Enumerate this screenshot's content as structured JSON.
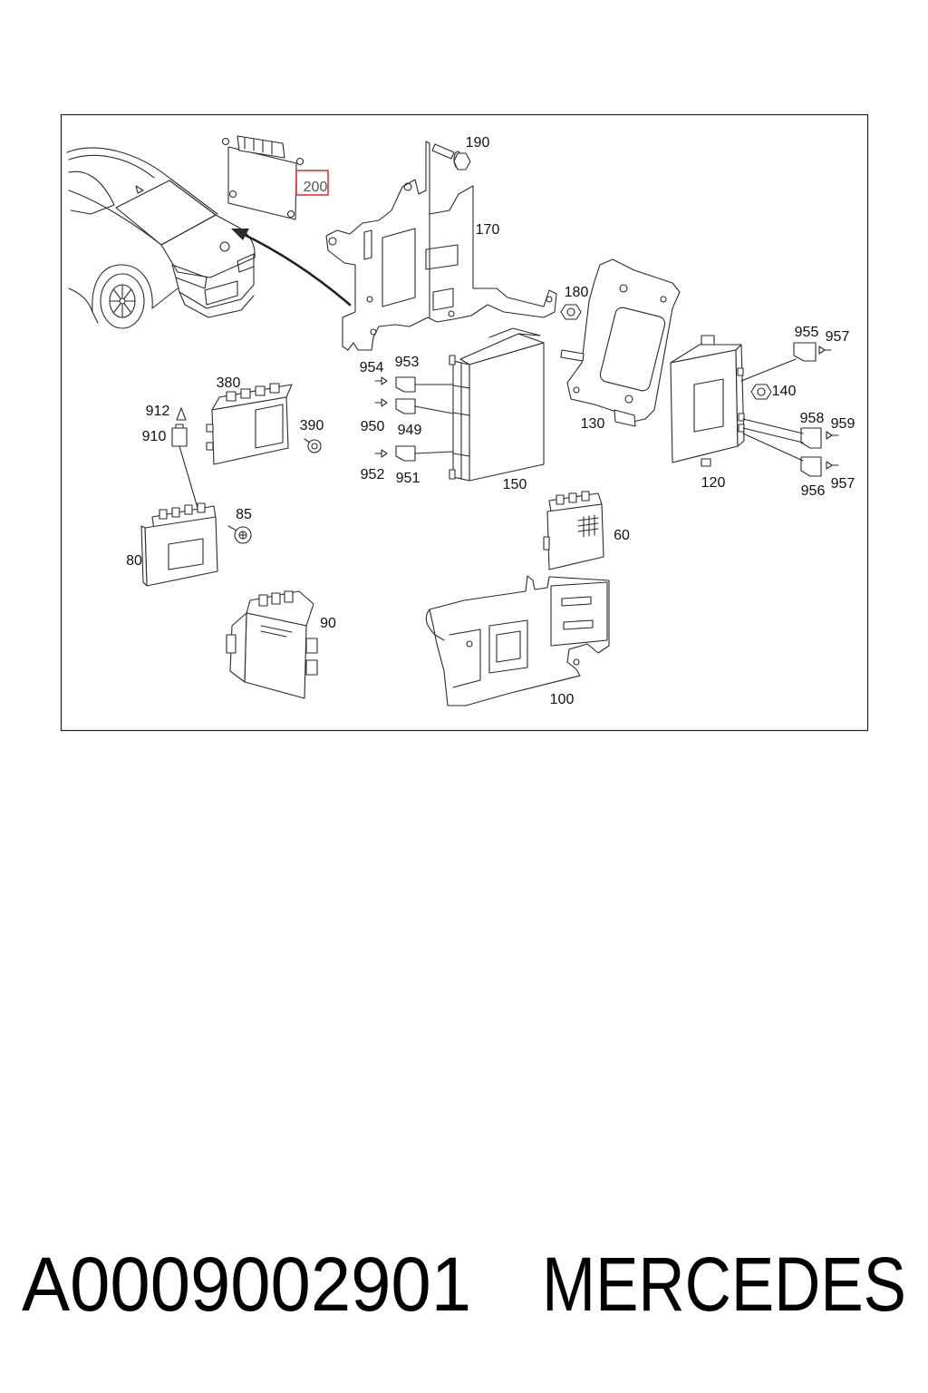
{
  "diagram": {
    "callouts": {
      "p190": "190",
      "p200": "200",
      "p170": "170",
      "p180": "180",
      "p955": "955",
      "p957_top": "957",
      "p954": "954",
      "p953": "953",
      "p380": "380",
      "p140": "140",
      "p912": "912",
      "p958": "958",
      "p959": "959",
      "p130": "130",
      "p390": "390",
      "p950": "950",
      "p949": "949",
      "p910": "910",
      "p952": "952",
      "p951": "951",
      "p150": "150",
      "p120": "120",
      "p956": "956",
      "p957_bottom": "957",
      "p85": "85",
      "p60": "60",
      "p80": "80",
      "p90": "90",
      "p100": "100"
    },
    "highlight_color": "#e53935"
  },
  "footer": {
    "part_number": "A0009002901",
    "brand": "MERCEDES"
  }
}
